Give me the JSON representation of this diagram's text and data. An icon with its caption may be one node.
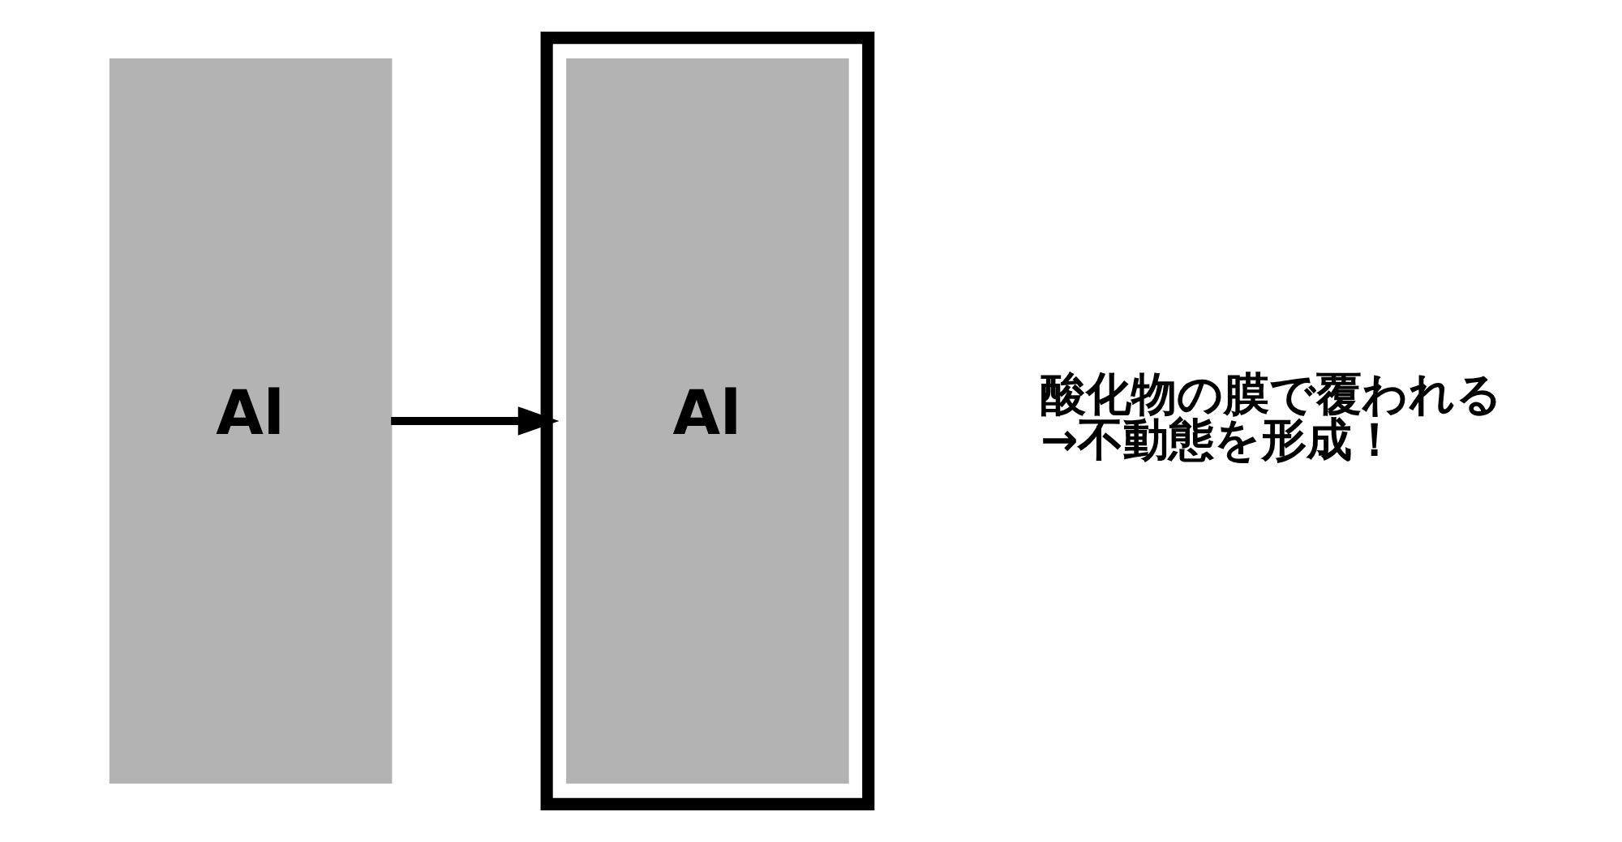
{
  "diagram": {
    "nodes": [
      {
        "text": [
          "Al"
        ]
      },
      {
        "text": [],
        "shape": "box"
      },
      {
        "text": [
          "Al"
        ],
        "in": 1
      }
    ],
    "edges": [
      {
        "from": 0,
        "to": 1,
        "arrow": "to"
      }
    ],
    "labels": [
      "酸化物の膜で覆われる",
      "→不動態を形成！"
    ]
  }
}
